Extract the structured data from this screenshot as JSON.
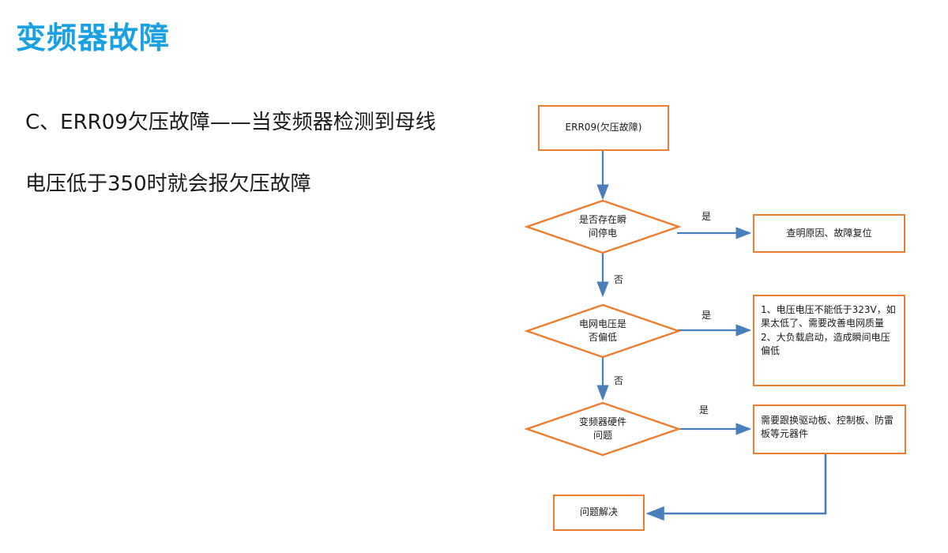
{
  "slide": {
    "title": "变频器故障",
    "title_color": "#1BA1E2",
    "body_lines": [
      "C、ERR09欠压故障——当变频器检测到母线",
      "电压低于350时就会报欠压故障"
    ]
  },
  "flowchart": {
    "type": "flowchart",
    "node_border_color": "#ED7D31",
    "arrow_color": "#4A7EBB",
    "nodes": [
      {
        "id": "start",
        "shape": "process",
        "label": "ERR09(欠压故障)"
      },
      {
        "id": "d1",
        "shape": "decision",
        "label": "是否存在瞬\n间停电"
      },
      {
        "id": "a1",
        "shape": "process",
        "label": "查明原因、故障复位"
      },
      {
        "id": "d2",
        "shape": "decision",
        "label": "电网电压是\n否偏低"
      },
      {
        "id": "a2",
        "shape": "process",
        "label": "1、电压电压不能低于323V，如果太低了、需要改善电网质量\n2、大负载启动，造成瞬间电压偏低"
      },
      {
        "id": "d3",
        "shape": "decision",
        "label": "变频器硬件\n问题"
      },
      {
        "id": "a3",
        "shape": "process",
        "label": "需要跟换驱动板、控制板、防雷板等元器件"
      },
      {
        "id": "end",
        "shape": "process",
        "label": "问题解决"
      }
    ],
    "edges": [
      {
        "from": "start",
        "to": "d1",
        "label": ""
      },
      {
        "from": "d1",
        "to": "a1",
        "label": "是"
      },
      {
        "from": "d1",
        "to": "d2",
        "label": "否"
      },
      {
        "from": "d2",
        "to": "a2",
        "label": "是"
      },
      {
        "from": "d2",
        "to": "d3",
        "label": "否"
      },
      {
        "from": "d3",
        "to": "a3",
        "label": "是"
      },
      {
        "from": "a3",
        "to": "end",
        "label": ""
      }
    ],
    "edge_labels": {
      "yes_1": "是",
      "no_1": "否",
      "yes_2": "是",
      "no_2": "否",
      "yes_3": "是"
    }
  }
}
